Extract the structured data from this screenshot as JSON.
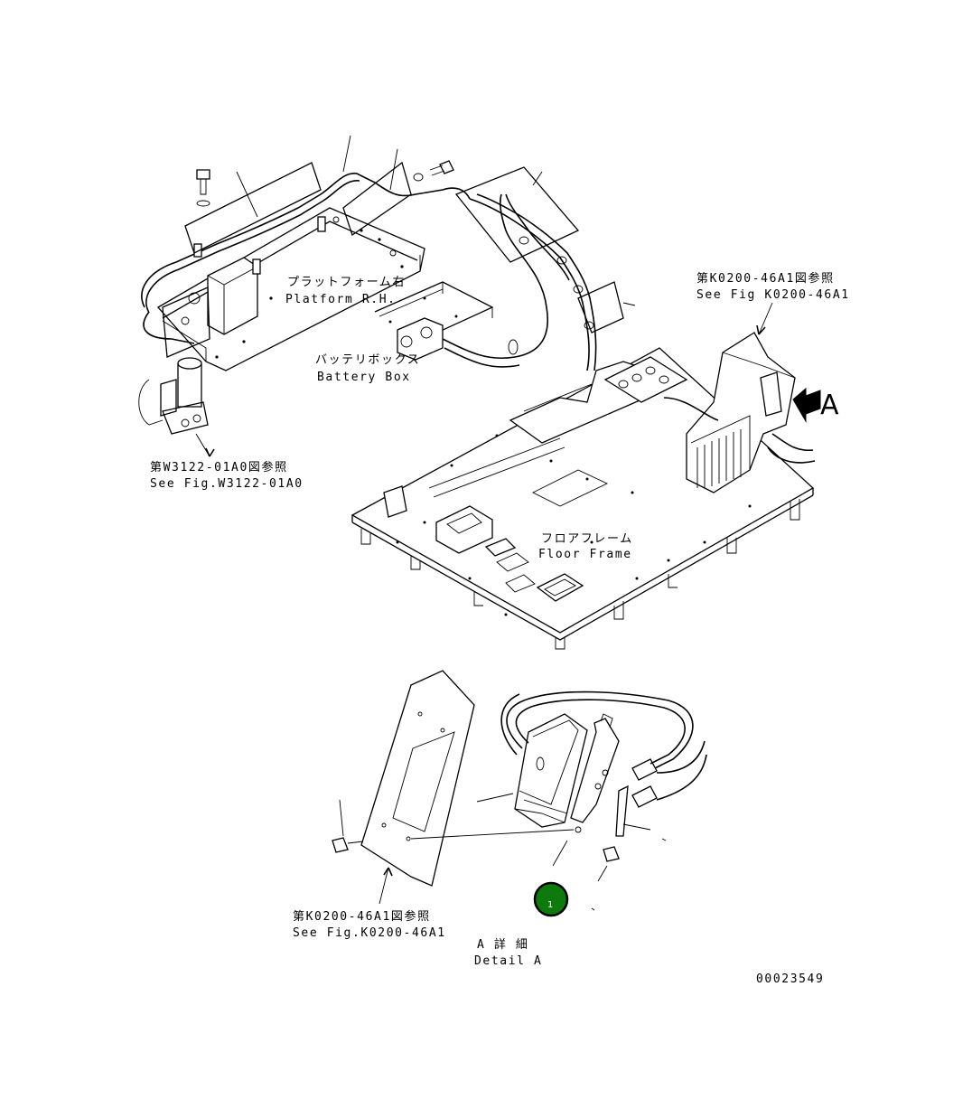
{
  "labels": {
    "platform_rh_jp": "プラットフォーム右",
    "platform_rh_en": "Platform R.H.",
    "battery_box_jp": "バッテリボックス",
    "battery_box_en": "Battery Box",
    "ref_w3122_jp": "第W3122-01A0図参照",
    "ref_w3122_en": "See Fig.W3122-01A0",
    "ref_k0200_top_jp": "第K0200-46A1図参照",
    "ref_k0200_top_en": "See Fig K0200-46A1",
    "floor_frame_jp": "フロアフレーム",
    "floor_frame_en": "Floor Frame",
    "view_arrow_letter": "A",
    "ref_k0200_bottom_jp": "第K0200-46A1図参照",
    "ref_k0200_bottom_en": "See Fig.K0200-46A1",
    "detail_a_jp": "A 詳 細",
    "detail_a_en": "Detail A",
    "drawing_number": "00023549"
  },
  "callouts": [
    {
      "number": "1",
      "color": "#0e7a0e"
    }
  ]
}
